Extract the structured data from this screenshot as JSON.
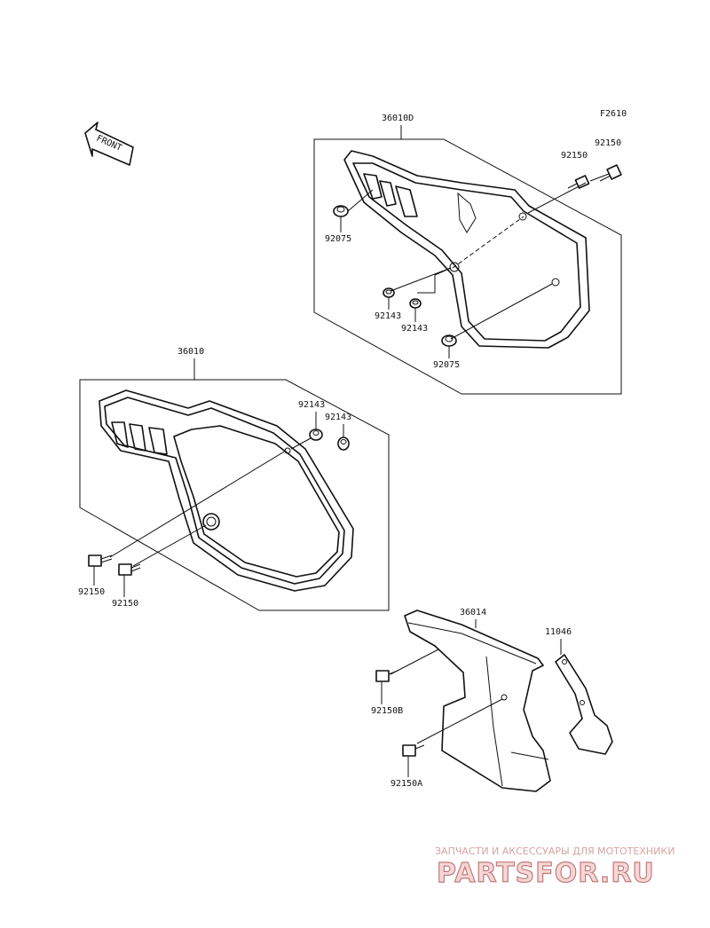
{
  "figure_code": "F2610",
  "front_label": "FRONT",
  "groups": {
    "upper": {
      "ref": "36010D"
    },
    "middle": {
      "ref": "36010"
    },
    "lower": {
      "ref": "36014"
    },
    "bracket": {
      "ref": "11046"
    }
  },
  "callouts": {
    "u_92150_a": "92150",
    "u_92150_b": "92150",
    "u_92075_a": "92075",
    "u_92075_b": "92075",
    "u_92143_a": "92143",
    "u_92143_b": "92143",
    "m_92143_a": "92143",
    "m_92143_b": "92143",
    "m_92150_a": "92150",
    "m_92150_b": "92150",
    "l_92150b": "92150B",
    "l_92150a": "92150A"
  },
  "watermark": {
    "subtitle": "ЗАПЧАСТИ И АКСЕССУАРЫ ДЛЯ МОТОТЕХНИКИ",
    "brand": "PARTSFOR.RU"
  }
}
